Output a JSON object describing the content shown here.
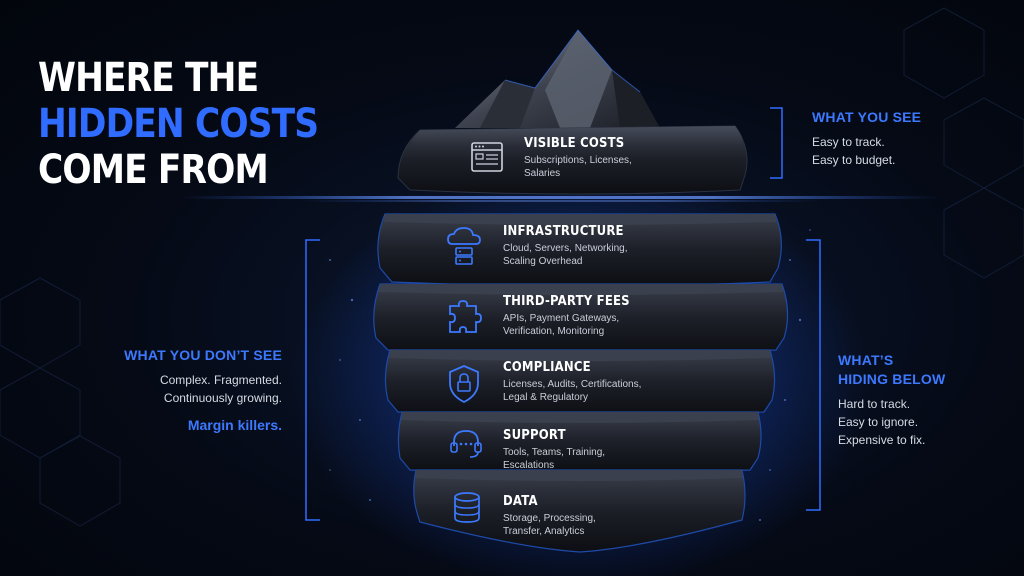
{
  "title": {
    "line1": "WHERE THE",
    "line2": "HIDDEN COSTS",
    "line3": "COME FROM"
  },
  "what_you_see": {
    "heading": "WHAT YOU SEE",
    "lines": [
      "Easy to track.",
      "Easy to budget."
    ]
  },
  "what_you_dont_see": {
    "heading": "WHAT YOU DON’T SEE",
    "lines": [
      "Complex. Fragmented.",
      "Continuously growing."
    ],
    "emphasis": "Margin killers."
  },
  "hiding_below": {
    "heading_lines": [
      "WHAT’S",
      "HIDING BELOW"
    ],
    "lines": [
      "Hard to track.",
      "Easy to ignore.",
      "Expensive to fix."
    ]
  },
  "layers": [
    {
      "title": "VISIBLE COSTS",
      "desc": [
        "Subscriptions, Licenses,",
        "Salaries"
      ],
      "icon": "browser-window-icon"
    },
    {
      "title": "INFRASTRUCTURE",
      "desc": [
        "Cloud, Servers, Networking,",
        "Scaling Overhead"
      ],
      "icon": "cloud-server-icon"
    },
    {
      "title": "THIRD-PARTY FEES",
      "desc": [
        "APIs, Payment Gateways,",
        "Verification, Monitoring"
      ],
      "icon": "puzzle-piece-icon"
    },
    {
      "title": "COMPLIANCE",
      "desc": [
        "Licenses, Audits, Certifications,",
        "Legal & Regulatory"
      ],
      "icon": "shield-lock-icon"
    },
    {
      "title": "SUPPORT",
      "desc": [
        "Tools, Teams, Training,",
        "Escalations"
      ],
      "icon": "headset-icon"
    },
    {
      "title": "DATA",
      "desc": [
        "Storage, Processing,",
        "Transfer, Analytics"
      ],
      "icon": "database-icon"
    }
  ],
  "colors": {
    "accent": "#2f6cff",
    "background": "#050a16",
    "glow": "#1f5bff"
  }
}
